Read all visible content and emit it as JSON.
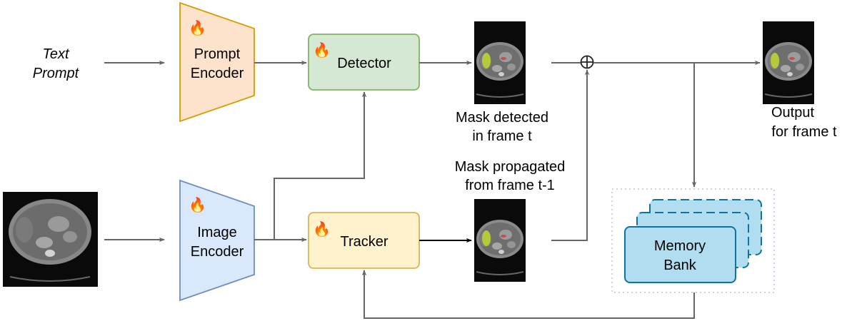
{
  "input_text": {
    "line1": "Text",
    "line2": "Prompt"
  },
  "prompt_encoder": {
    "line1": "Prompt",
    "line2": "Encoder"
  },
  "image_encoder": {
    "line1": "Image",
    "line2": "Encoder"
  },
  "detector": {
    "label": "Detector"
  },
  "tracker": {
    "label": "Tracker"
  },
  "detected_caption": {
    "line1": "Mask detected",
    "line2": "in frame t"
  },
  "propagated_caption": {
    "line1": "Mask propagated",
    "line2": "from frame t-1"
  },
  "output_caption": {
    "line1": "Output",
    "line2": "for frame t"
  },
  "memory_bank": {
    "line1": "Memory",
    "line2": "Bank"
  },
  "combine_symbol": "⊕",
  "icons": {
    "trainable": "fire-icon"
  },
  "colors": {
    "prompt_encoder_fill": "#fde3cc",
    "prompt_encoder_stroke": "#d79b00",
    "image_encoder_fill": "#dae8fc",
    "image_encoder_stroke": "#6c8ebf",
    "detector_fill": "#d5e8d4",
    "detector_stroke": "#82b366",
    "tracker_fill": "#fff2cc",
    "tracker_stroke": "#d6b656",
    "memory_fill": "#b1ddf0",
    "memory_stroke": "#10739e",
    "arrow": "#666666",
    "mask_liver": "#b5c93a",
    "mask_red": "#d04040"
  }
}
